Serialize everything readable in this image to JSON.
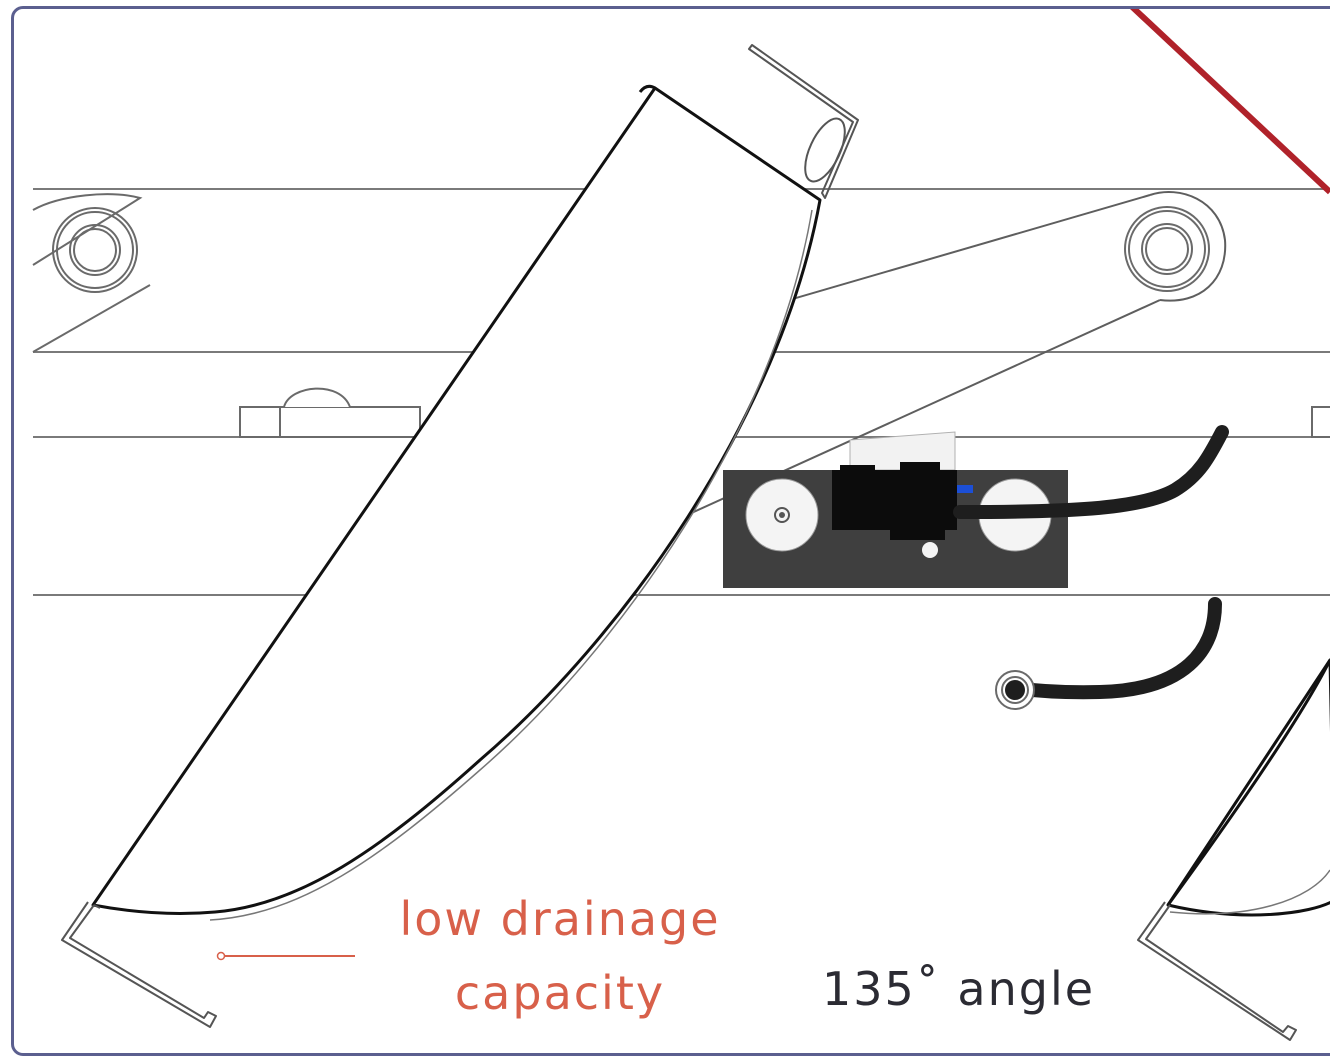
{
  "annotations": {
    "low_drainage_line1": "low drainage",
    "low_drainage_line2": "capacity",
    "angle_label": "135˚ angle"
  },
  "colors": {
    "frame_border": "#5b5f8f",
    "annotation_red": "#d8604a",
    "diagonal_red": "#b0222a",
    "bracket_dark": "#3a3a3a",
    "line_gray": "#7a7a7a",
    "cable_black": "#1e1e1e"
  }
}
